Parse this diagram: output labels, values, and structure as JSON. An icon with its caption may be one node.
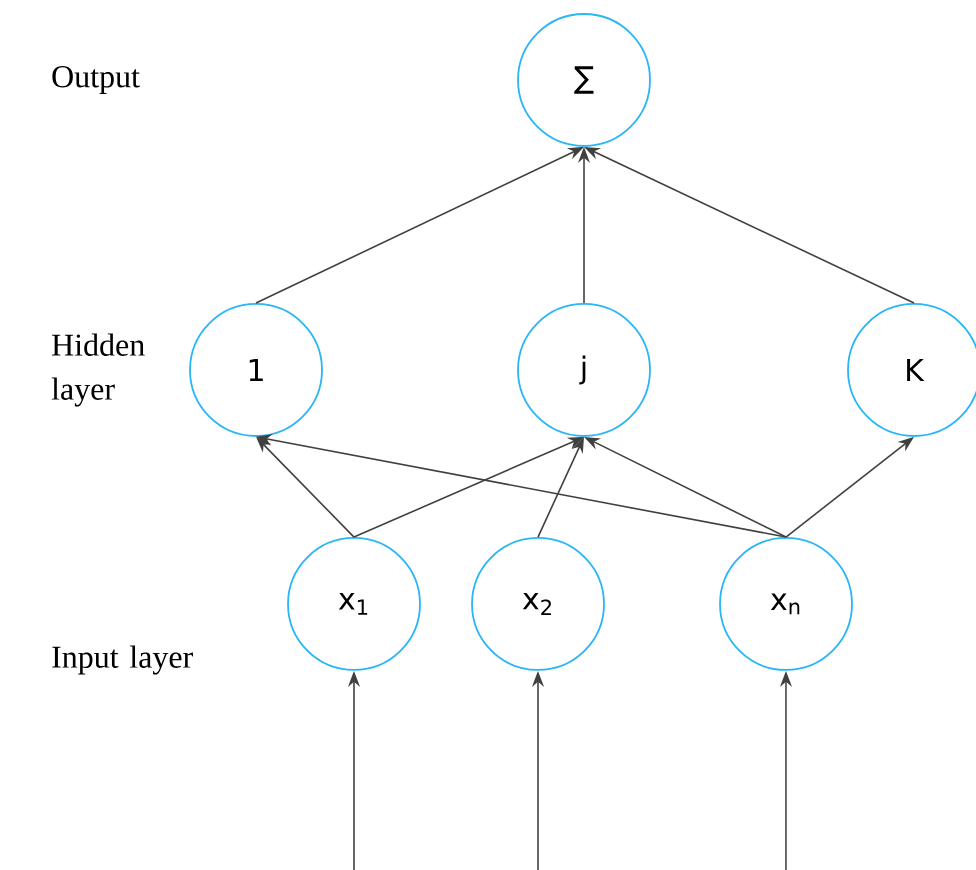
{
  "diagram": {
    "nodes": [
      {
        "text": [
          "∑"
        ]
      },
      {
        "text": [
          "1"
        ]
      },
      {
        "text": [
          "j"
        ]
      },
      {
        "text": [
          "K"
        ]
      },
      {
        "text": [
          "x$_{1}$"
        ]
      },
      {
        "text": [
          "x$_{2}$"
        ]
      },
      {
        "text": [
          "x$_{n}$"
        ]
      }
    ],
    "edges": [
      {
        "from": 1,
        "to": 0,
        "arrow": "to"
      },
      {
        "from": 2,
        "to": 0,
        "arrow": "to"
      },
      {
        "from": 3,
        "to": 0,
        "arrow": "to"
      },
      {
        "from": 4,
        "to": 1,
        "arrow": "to"
      },
      {
        "from": 4,
        "to": 2,
        "arrow": "to"
      },
      {
        "from": 5,
        "to": 2,
        "arrow": "to"
      },
      {
        "from": 6,
        "to": 1,
        "arrow": "to"
      },
      {
        "from": 6,
        "to": 2,
        "arrow": "to"
      },
      {
        "from": 6,
        "to": 3,
        "arrow": "to"
      },
      {
        "from": null,
        "to": 4,
        "arrow": "to"
      },
      {
        "from": null,
        "to": 5,
        "arrow": "to"
      },
      {
        "from": null,
        "to": 6,
        "arrow": "to"
      }
    ],
    "labels": [
      "Output",
      "Hidden layer",
      "Input layer"
    ]
  }
}
